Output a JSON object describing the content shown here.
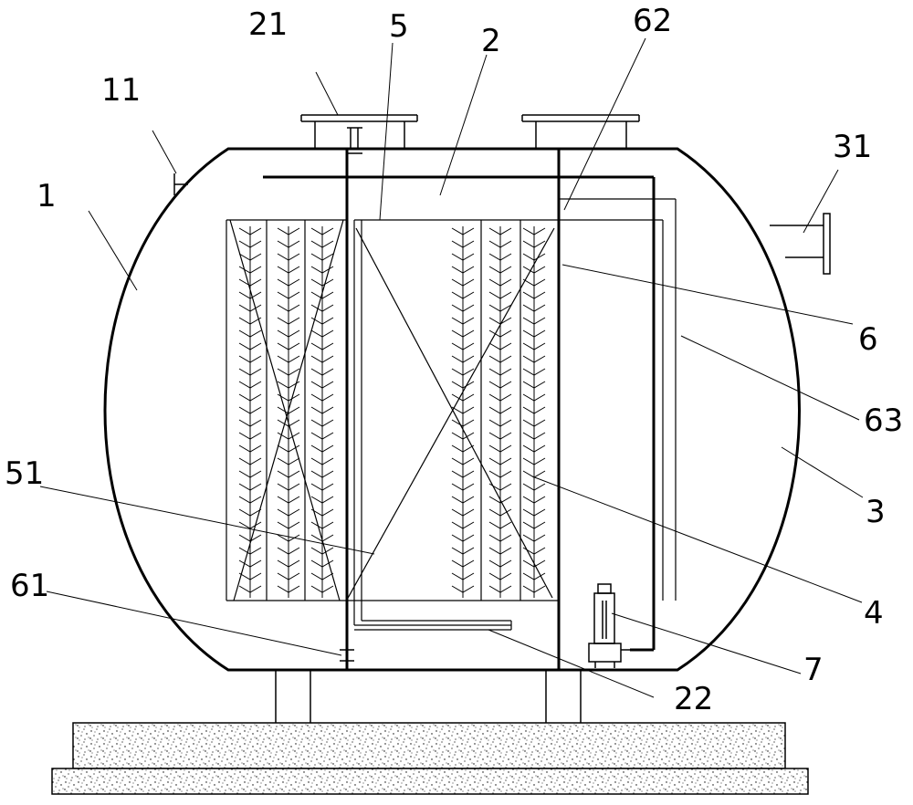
{
  "colors": {
    "line": "#000000",
    "background": "#ffffff",
    "concrete_dots": "#000000"
  },
  "labels": {
    "l1": "1",
    "l11": "11",
    "l21": "21",
    "l5": "5",
    "l2": "2",
    "l62": "62",
    "l31": "31",
    "l6": "6",
    "l63": "63",
    "l3": "3",
    "l51": "51",
    "l4": "4",
    "l61": "61",
    "l7": "7",
    "l22": "22"
  }
}
